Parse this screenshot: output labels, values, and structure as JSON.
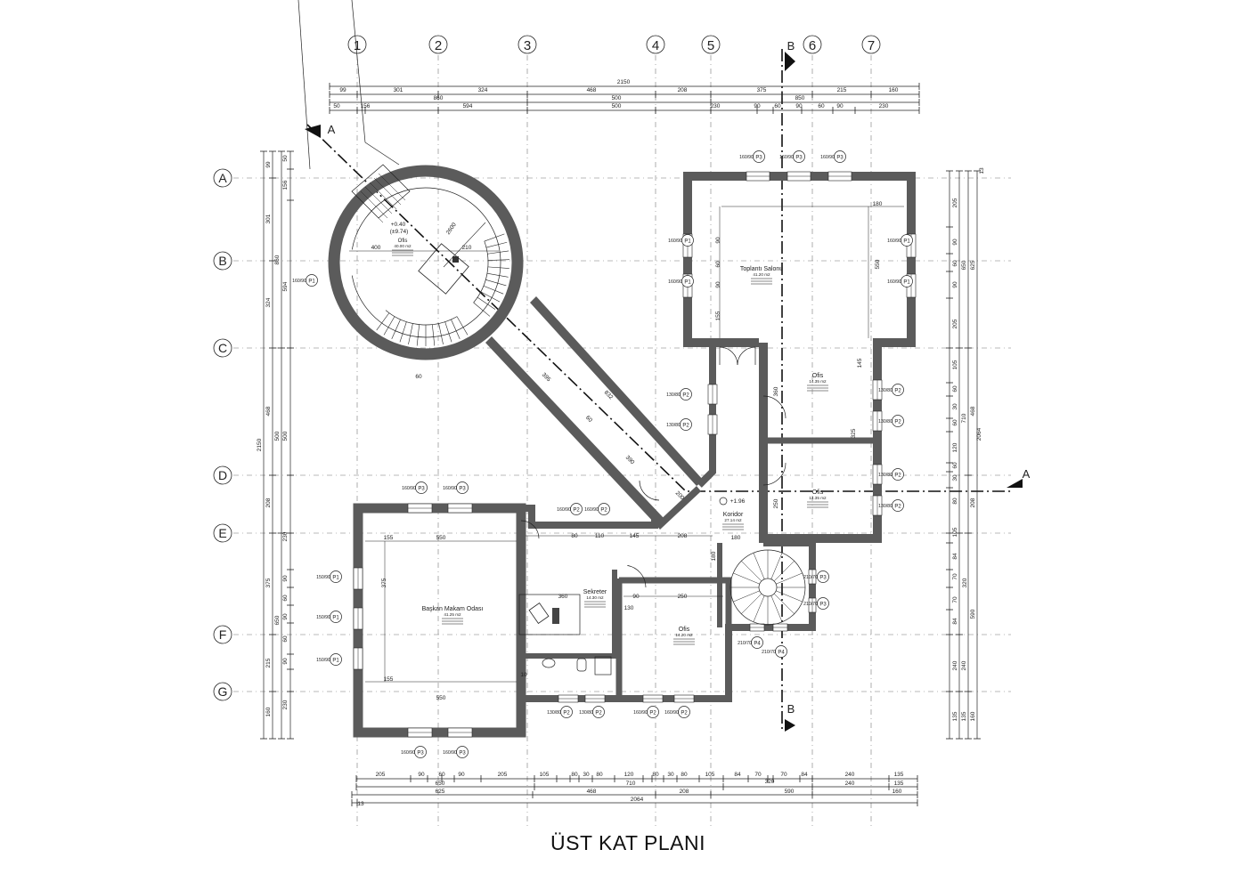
{
  "title": "ÜST KAT PLANI",
  "colors": {
    "wall": "#5b5b5b",
    "line": "#222222",
    "grid": "#777777"
  },
  "grid_columns": [
    "1",
    "2",
    "3",
    "4",
    "5",
    "6",
    "7"
  ],
  "grid_rows": [
    "A",
    "B",
    "C",
    "D",
    "E",
    "F",
    "G"
  ],
  "sections": {
    "a": "A",
    "b": "B"
  },
  "levels": [
    "+0.40",
    "(±9.74)",
    "+1.96"
  ],
  "rooms": [
    {
      "name": "Ofis",
      "area": "40.00 m2"
    },
    {
      "name": "Toplantı Salonu",
      "area": "41.20 m2"
    },
    {
      "name": "Ofis",
      "area": "14.35 m2"
    },
    {
      "name": "Ofis",
      "area": "14.35 m2"
    },
    {
      "name": "Koridor",
      "area": "27.14 m2"
    },
    {
      "name": "Başkan Makam Odası",
      "area": "41.25 m2"
    },
    {
      "name": "Sekreter",
      "area": "14.30 m2"
    },
    {
      "name": "Ofis",
      "area": "14.20 m2"
    }
  ],
  "dimensions": {
    "top": [
      [
        "2150"
      ],
      [
        "99",
        "301",
        "324",
        "468",
        "208",
        "375",
        "215",
        "160"
      ],
      [
        "860",
        "500",
        "850"
      ],
      [
        "50",
        "156",
        "594",
        "500",
        "230",
        "90",
        "60",
        "90",
        "60",
        "90",
        "230"
      ]
    ],
    "bottom": [
      [
        "205",
        "90",
        "60",
        "90",
        "205",
        "105",
        "80",
        "30",
        "80",
        "120",
        "80",
        "30",
        "80",
        "105",
        "84",
        "70",
        "70",
        "84",
        "240",
        "135"
      ],
      [
        "650",
        "710",
        "320",
        "240",
        "135"
      ],
      [
        "625",
        "468",
        "208",
        "590",
        "160"
      ],
      [
        "13",
        "2064"
      ]
    ],
    "left": [
      [
        "2150"
      ],
      [
        "99",
        "301",
        "324",
        "468",
        "208",
        "375",
        "215",
        "160"
      ],
      [
        "860",
        "500",
        "650"
      ],
      [
        "50",
        "156",
        "594",
        "500",
        "230",
        "90",
        "60",
        "90",
        "60",
        "90",
        "230"
      ]
    ],
    "right": [
      [
        "205",
        "90",
        "60",
        "90",
        "205",
        "105",
        "60",
        "30",
        "60",
        "120",
        "60",
        "30",
        "80",
        "105",
        "84",
        "70",
        "70",
        "84",
        "240",
        "135"
      ],
      [
        "650",
        "710",
        "240",
        "135"
      ],
      [
        "625",
        "468",
        "208",
        "590",
        "160"
      ],
      [
        "2064",
        "13",
        "320"
      ]
    ]
  },
  "interior_dims": [
    "400",
    "210",
    "2600",
    "60",
    "180",
    "550",
    "155",
    "90",
    "60",
    "90",
    "360",
    "145",
    "325",
    "250",
    "395",
    "832",
    "60",
    "390",
    "200",
    "550",
    "550",
    "155",
    "155",
    "375",
    "360",
    "180",
    "10",
    "250",
    "90",
    "130",
    "208",
    "180",
    "145",
    "110",
    "80"
  ],
  "window_tags": [
    {
      "tag": "P3",
      "size": "160/90"
    },
    {
      "tag": "P3",
      "size": "160/90"
    },
    {
      "tag": "P3",
      "size": "160/90"
    },
    {
      "tag": "P1",
      "size": "160/90"
    },
    {
      "tag": "P1",
      "size": "160/90"
    },
    {
      "tag": "P1",
      "size": "160/90"
    },
    {
      "tag": "P1",
      "size": "160/90"
    },
    {
      "tag": "P2",
      "size": "130/80"
    },
    {
      "tag": "P2",
      "size": "130/80"
    },
    {
      "tag": "P2",
      "size": "130/80"
    },
    {
      "tag": "P2",
      "size": "130/80"
    },
    {
      "tag": "P2",
      "size": "130/80"
    },
    {
      "tag": "P2",
      "size": "130/80"
    },
    {
      "tag": "P3",
      "size": "160/90"
    },
    {
      "tag": "P3",
      "size": "160/90"
    },
    {
      "tag": "P2",
      "size": "160/90"
    },
    {
      "tag": "P2",
      "size": "160/90"
    },
    {
      "tag": "P1",
      "size": "150/90"
    },
    {
      "tag": "P1",
      "size": "150/90"
    },
    {
      "tag": "P1",
      "size": "150/90"
    },
    {
      "tag": "P2",
      "size": "130/80"
    },
    {
      "tag": "P2",
      "size": "130/80"
    },
    {
      "tag": "P2",
      "size": "160/90"
    },
    {
      "tag": "P2",
      "size": "160/90"
    },
    {
      "tag": "P3",
      "size": "210/70"
    },
    {
      "tag": "P3",
      "size": "210/70"
    },
    {
      "tag": "P4",
      "size": "210/70"
    },
    {
      "tag": "P4",
      "size": "210/70"
    },
    {
      "tag": "P3",
      "size": "160/90"
    },
    {
      "tag": "P3",
      "size": "160/90"
    },
    {
      "tag": "P1",
      "size": "160/90"
    }
  ]
}
